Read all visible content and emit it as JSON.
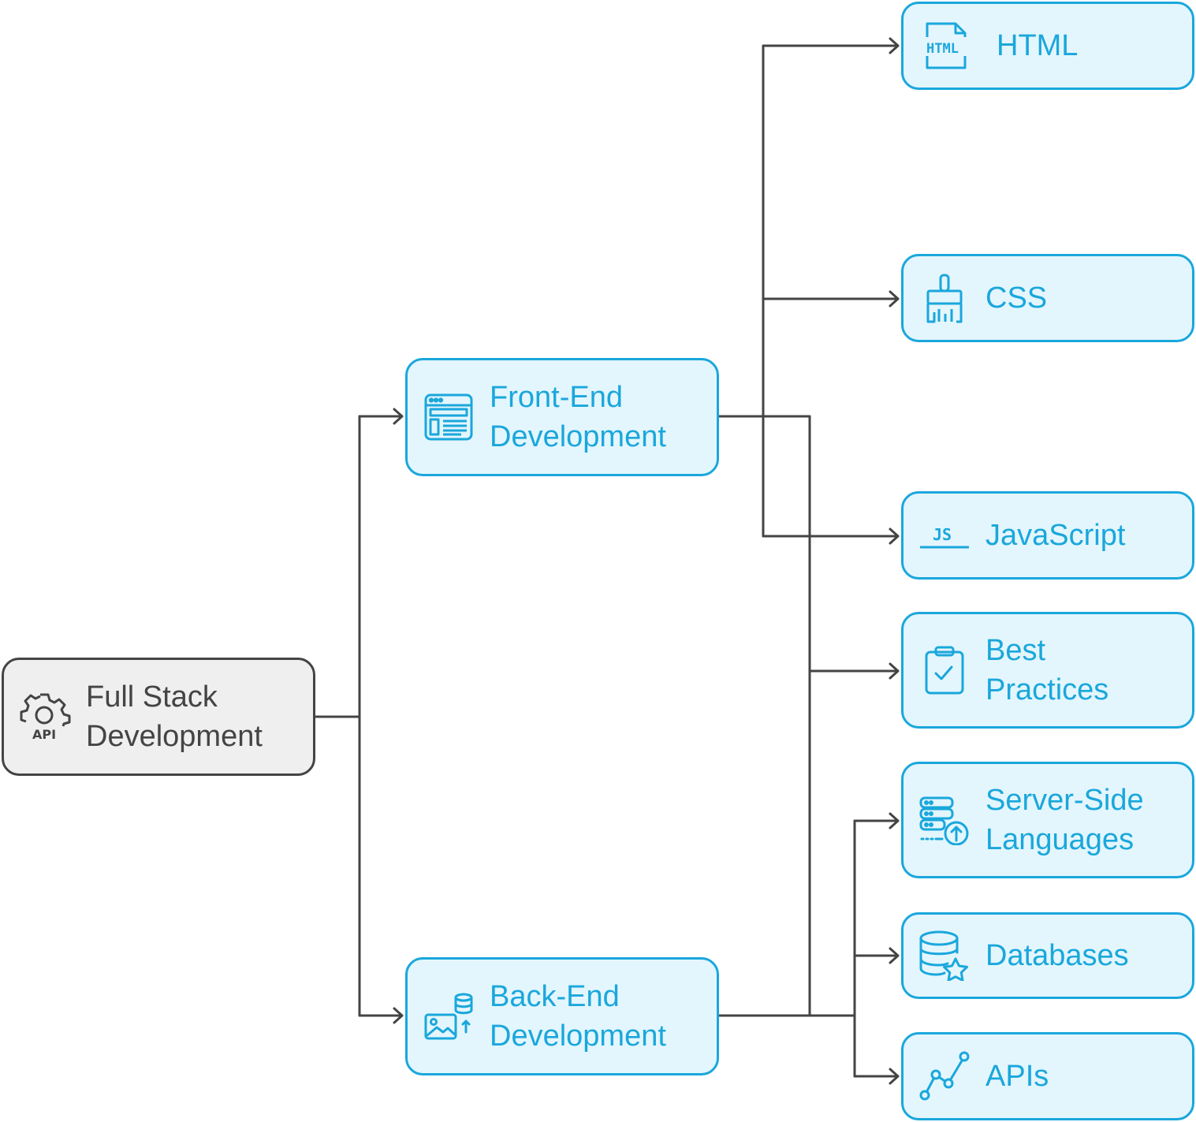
{
  "diagram": {
    "colors": {
      "accent": "#1aa7dc",
      "accent_fill": "#e3f6fd",
      "root_border": "#444444",
      "root_fill": "#efefef",
      "connector": "#444444"
    },
    "root": {
      "label": "Full Stack\nDevelopment",
      "icon": "gear-api-icon"
    },
    "branches": [
      {
        "label": "Front-End\nDevelopment",
        "icon": "browser-window-icon"
      },
      {
        "label": "Back-End\nDevelopment",
        "icon": "image-database-icon"
      }
    ],
    "leaves": [
      {
        "label": "HTML",
        "icon": "html-file-icon",
        "parent": "Front-End Development"
      },
      {
        "label": "CSS",
        "icon": "paintbrush-icon",
        "parent": "Front-End Development"
      },
      {
        "label": "JavaScript",
        "icon": "js-icon",
        "parent": "Front-End Development"
      },
      {
        "label": "Best\nPractices",
        "icon": "clipboard-check-icon",
        "parent": "Front-End Development"
      },
      {
        "label": "Server-Side\nLanguages",
        "icon": "server-upload-icon",
        "parent": "Back-End Development"
      },
      {
        "label": "Databases",
        "icon": "database-star-icon",
        "parent": "Back-End Development"
      },
      {
        "label": "APIs",
        "icon": "line-chart-icon",
        "parent": "Back-End Development"
      }
    ]
  }
}
